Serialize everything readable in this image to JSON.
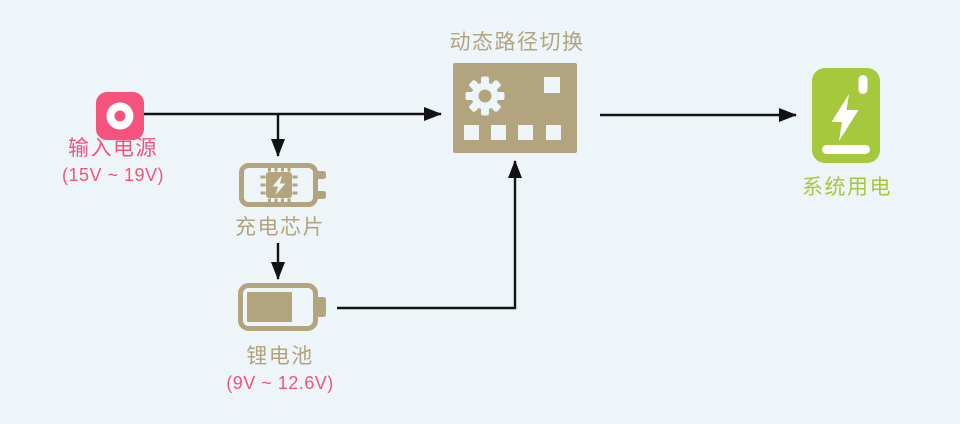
{
  "colors": {
    "bg": "#EDF5F9",
    "pink": "#F4537D",
    "tan": "#B2A47E",
    "green": "#A5C83C",
    "arrow": "#121212"
  },
  "nodes": {
    "input_power": {
      "label": "输入电源",
      "range": "(15V ~ 19V)",
      "icon": "power-source-icon"
    },
    "charging_chip": {
      "label": "充电芯片",
      "icon": "charging-chip-battery-icon"
    },
    "lithium_battery": {
      "label": "锂电池",
      "range": "(9V ~ 12.6V)",
      "icon": "battery-level-icon"
    },
    "path_switch": {
      "label": "动态路径切换",
      "icon": "circuit-board-gear-icon"
    },
    "system_power": {
      "label": "系统用电",
      "icon": "power-bank-bolt-icon"
    }
  },
  "edges": [
    {
      "from": "input_power",
      "to": "path_switch"
    },
    {
      "from": "input_power",
      "to": "charging_chip"
    },
    {
      "from": "charging_chip",
      "to": "lithium_battery"
    },
    {
      "from": "lithium_battery",
      "to": "path_switch"
    },
    {
      "from": "path_switch",
      "to": "system_power"
    }
  ]
}
